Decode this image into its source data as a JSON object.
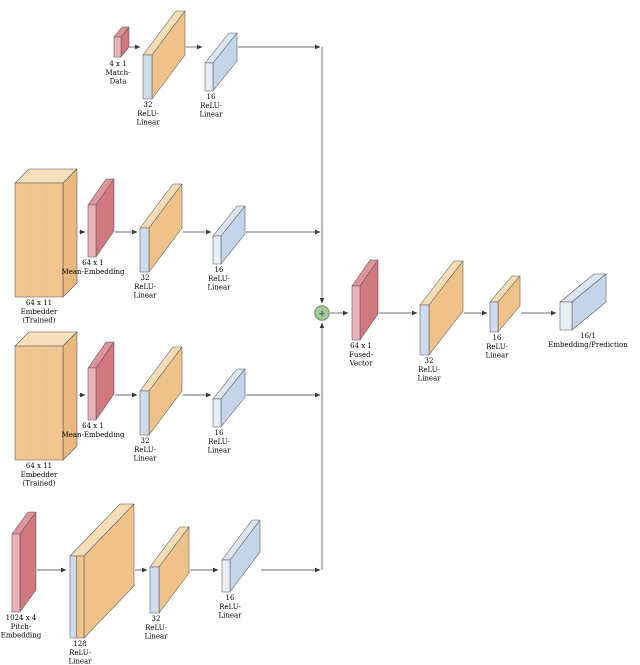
{
  "palette": {
    "edge": "#56565a",
    "arrow": "#3a3a3a",
    "label": "#000000",
    "fusion_fill": "#a7c9a0",
    "fusion_stroke": "#69905f",
    "fusion_symbol_color": "#2f4b2f",
    "schemes": {
      "emb": {
        "front": "#f1c58f",
        "top": "#f7dfbb",
        "side": "#e9b87d"
      },
      "relu": {
        "front": "#cfdcee",
        "front2": "#f1c58f",
        "top": "#f6ddb6",
        "side": "#efc289"
      },
      "red": {
        "front": "#e8b2b6",
        "top": "#de949a",
        "side": "#d0787e"
      },
      "blue": {
        "front": "#e9eff7",
        "top": "#dce6f2",
        "side": "#c5d5e9"
      }
    }
  },
  "fusion": {
    "symbol": "+"
  },
  "blocks": {
    "match_data": {
      "lines": [
        "4 x 1",
        "Match-",
        "Data"
      ]
    },
    "b1_relu32": {
      "lines": [
        "32",
        "ReLU-",
        "Linear"
      ]
    },
    "b1_relu16": {
      "lines": [
        "16",
        "ReLU-",
        "Linear"
      ]
    },
    "embedder_a": {
      "lines": [
        "64 x 11",
        "Embedder",
        "(Trained)"
      ]
    },
    "mean_a": {
      "lines": [
        "64 x 1",
        "Mean-Embedding"
      ]
    },
    "b2_relu32": {
      "lines": [
        "32",
        "ReLU-",
        "Linear"
      ]
    },
    "b2_relu16": {
      "lines": [
        "16",
        "ReLU-",
        "Linear"
      ]
    },
    "embedder_b": {
      "lines": [
        "64 x 11",
        "Embedder",
        "(Trained)"
      ]
    },
    "mean_b": {
      "lines": [
        "64 x 1",
        "Mean-Embedding"
      ]
    },
    "b3_relu32": {
      "lines": [
        "32",
        "ReLU-",
        "Linear"
      ]
    },
    "b3_relu16": {
      "lines": [
        "16",
        "ReLU-",
        "Linear"
      ]
    },
    "pitch_embedding": {
      "lines": [
        "1024 x 4",
        "Pitch-",
        "Embedding"
      ]
    },
    "b4_relu128": {
      "lines": [
        "128",
        "ReLU-",
        "Linear"
      ]
    },
    "b4_relu32": {
      "lines": [
        "32",
        "ReLU-",
        "Linear"
      ]
    },
    "b4_relu16": {
      "lines": [
        "16",
        "ReLU-",
        "Linear"
      ]
    },
    "fused_vector": {
      "lines": [
        "64 x 1",
        "Fused-",
        "Vector"
      ]
    },
    "out_relu32": {
      "lines": [
        "32",
        "ReLU-",
        "Linear"
      ]
    },
    "out_relu16": {
      "lines": [
        "16",
        "ReLU-",
        "Linear"
      ]
    },
    "out_embedding": {
      "lines": [
        "16/1",
        "Embedding/Prediction"
      ]
    }
  }
}
